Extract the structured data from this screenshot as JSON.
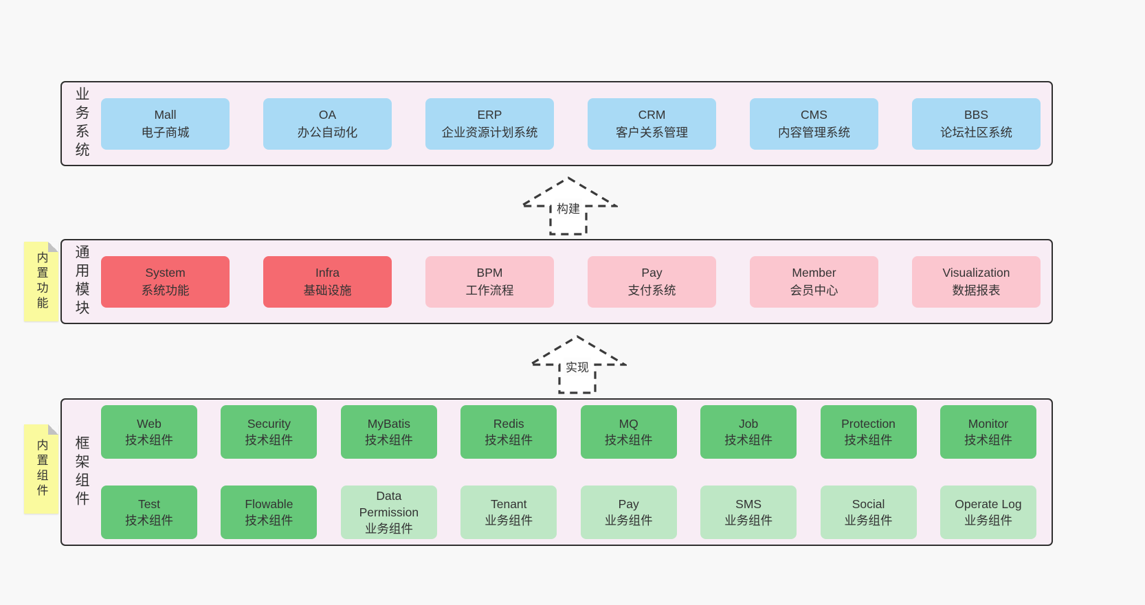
{
  "colors": {
    "page_bg": "#f8f8f8",
    "panel_bg": "#f8edf5",
    "panel_border": "#2f2f2f",
    "box_blue": "#a9daf5",
    "box_red": "#f56a70",
    "box_pink": "#fbc6cf",
    "box_green": "#66c879",
    "box_green_light": "#bee7c5",
    "sticky_yellow": "#fafa9e",
    "text": "#333333"
  },
  "arrows": [
    {
      "label": "构建"
    },
    {
      "label": "实现"
    }
  ],
  "sections": [
    {
      "id": "business-systems",
      "label": "业务系统",
      "boxes": [
        {
          "title": "Mall",
          "subtitle": "电子商城",
          "variant": "blue"
        },
        {
          "title": "OA",
          "subtitle": "办公自动化",
          "variant": "blue"
        },
        {
          "title": "ERP",
          "subtitle": "企业资源计划系统",
          "variant": "blue"
        },
        {
          "title": "CRM",
          "subtitle": "客户关系管理",
          "variant": "blue"
        },
        {
          "title": "CMS",
          "subtitle": "内容管理系统",
          "variant": "blue"
        },
        {
          "title": "BBS",
          "subtitle": "论坛社区系统",
          "variant": "blue"
        }
      ]
    },
    {
      "id": "common-modules",
      "label": "通用模块",
      "sticky": "内置功能",
      "boxes": [
        {
          "title": "System",
          "subtitle": "系统功能",
          "variant": "red"
        },
        {
          "title": "Infra",
          "subtitle": "基础设施",
          "variant": "red"
        },
        {
          "title": "BPM",
          "subtitle": "工作流程",
          "variant": "pink"
        },
        {
          "title": "Pay",
          "subtitle": "支付系统",
          "variant": "pink"
        },
        {
          "title": "Member",
          "subtitle": "会员中心",
          "variant": "pink"
        },
        {
          "title": "Visualization",
          "subtitle": "数据报表",
          "variant": "pink"
        }
      ]
    },
    {
      "id": "framework-components",
      "label": "框架组件",
      "sticky": "内置组件",
      "rows": [
        [
          {
            "title": "Web",
            "subtitle": "技术组件",
            "variant": "green"
          },
          {
            "title": "Security",
            "subtitle": "技术组件",
            "variant": "green"
          },
          {
            "title": "MyBatis",
            "subtitle": "技术组件",
            "variant": "green"
          },
          {
            "title": "Redis",
            "subtitle": "技术组件",
            "variant": "green"
          },
          {
            "title": "MQ",
            "subtitle": "技术组件",
            "variant": "green"
          },
          {
            "title": "Job",
            "subtitle": "技术组件",
            "variant": "green"
          },
          {
            "title": "Protection",
            "subtitle": "技术组件",
            "variant": "green"
          },
          {
            "title": "Monitor",
            "subtitle": "技术组件",
            "variant": "green"
          }
        ],
        [
          {
            "title": "Test",
            "subtitle": "技术组件",
            "variant": "green"
          },
          {
            "title": "Flowable",
            "subtitle": "技术组件",
            "variant": "green"
          },
          {
            "title": "Data Permission",
            "subtitle": "业务组件",
            "variant": "green-light"
          },
          {
            "title": "Tenant",
            "subtitle": "业务组件",
            "variant": "green-light"
          },
          {
            "title": "Pay",
            "subtitle": "业务组件",
            "variant": "green-light"
          },
          {
            "title": "SMS",
            "subtitle": "业务组件",
            "variant": "green-light"
          },
          {
            "title": "Social",
            "subtitle": "业务组件",
            "variant": "green-light"
          },
          {
            "title": "Operate Log",
            "subtitle": "业务组件",
            "variant": "green-light"
          }
        ]
      ]
    }
  ]
}
